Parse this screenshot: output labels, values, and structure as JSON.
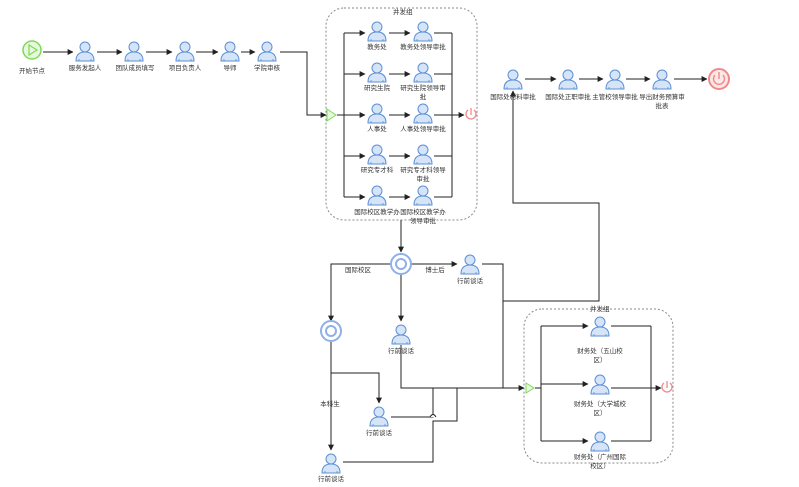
{
  "colors": {
    "edge": "#222222",
    "user_fill": "#d6e4f7",
    "user_stroke": "#5b8fd6",
    "start": "#7ed957",
    "end": "#f08a8a",
    "gateway": "#8fb0e8",
    "group_border": "#888888"
  },
  "icons": {
    "start": "play-icon",
    "end": "power-icon",
    "task": "user-icon",
    "gateway": "ring-icon",
    "split": "split-arrow-icon",
    "merge": "merge-power-icon"
  },
  "start": {
    "label": "开始节点"
  },
  "main_tasks": [
    {
      "label": "服务发起人"
    },
    {
      "label": "团队成员填写"
    },
    {
      "label": "项目负责人"
    },
    {
      "label": "导师"
    },
    {
      "label": "学院审核"
    }
  ],
  "parallel_group_1": {
    "title": "并发组",
    "rows": [
      {
        "first": "教务处",
        "second": "教务处领导审批"
      },
      {
        "first": "研究生院",
        "second": "研究生院领导审批"
      },
      {
        "first": "人事处",
        "second": "人事处领导审批"
      },
      {
        "first": "研究专才科",
        "second": "研究专才科领导审批"
      },
      {
        "first": "国际校区教学办",
        "second": "国际校区教学办领导审批"
      }
    ]
  },
  "gateway_branches": {
    "left": "国际校区",
    "right": "博士后",
    "left_down": "本科生"
  },
  "admin_tasks": {
    "right": "行前谈话",
    "middle": "行前谈话",
    "lower": "行前谈话",
    "bottom": "行前谈话"
  },
  "parallel_group_2": {
    "title": "并发组",
    "rows": [
      {
        "label": "财务处（五山校区）"
      },
      {
        "label": "财务处（大学城校区）"
      },
      {
        "label": "财务处（广州国际校区）"
      }
    ]
  },
  "top_right_tasks": [
    {
      "label": "国际处材料审批"
    },
    {
      "label": "国际处正职审批"
    },
    {
      "label": "主管校领导审批"
    },
    {
      "label": "导出财务预算审批表"
    }
  ]
}
